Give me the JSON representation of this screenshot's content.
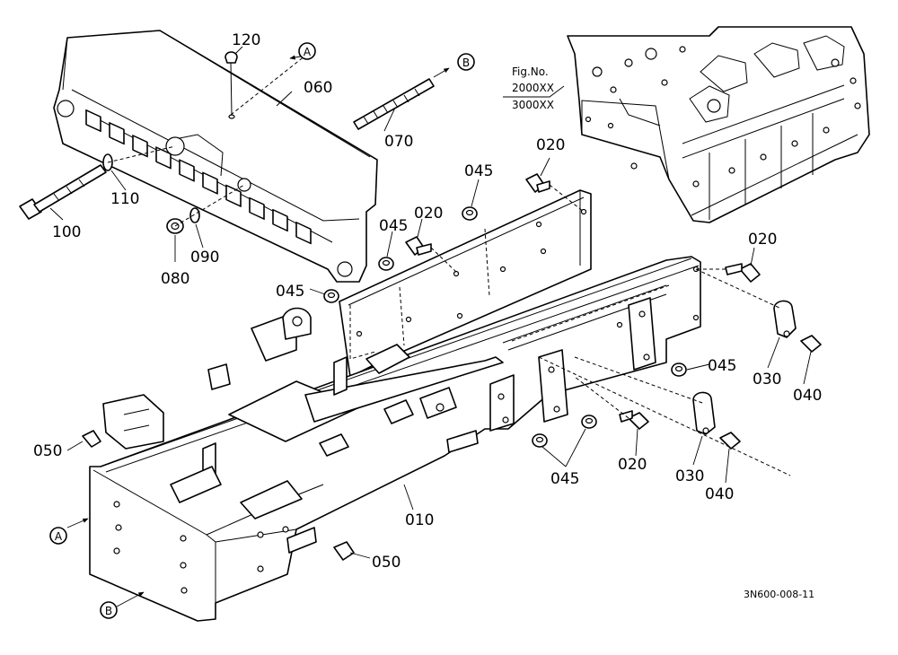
{
  "fig_ref": {
    "line1": "Fig.No.",
    "line2": "2000XX",
    "line3": "3000XX"
  },
  "drawing_code": "3N600-008-11",
  "callouts": {
    "A": "A",
    "B": "B"
  },
  "parts": {
    "p010": "010",
    "p020": "020",
    "p030": "030",
    "p040": "040",
    "p045": "045",
    "p050": "050",
    "p060": "060",
    "p070": "070",
    "p080": "080",
    "p090": "090",
    "p100": "100",
    "p110": "110",
    "p120": "120"
  }
}
